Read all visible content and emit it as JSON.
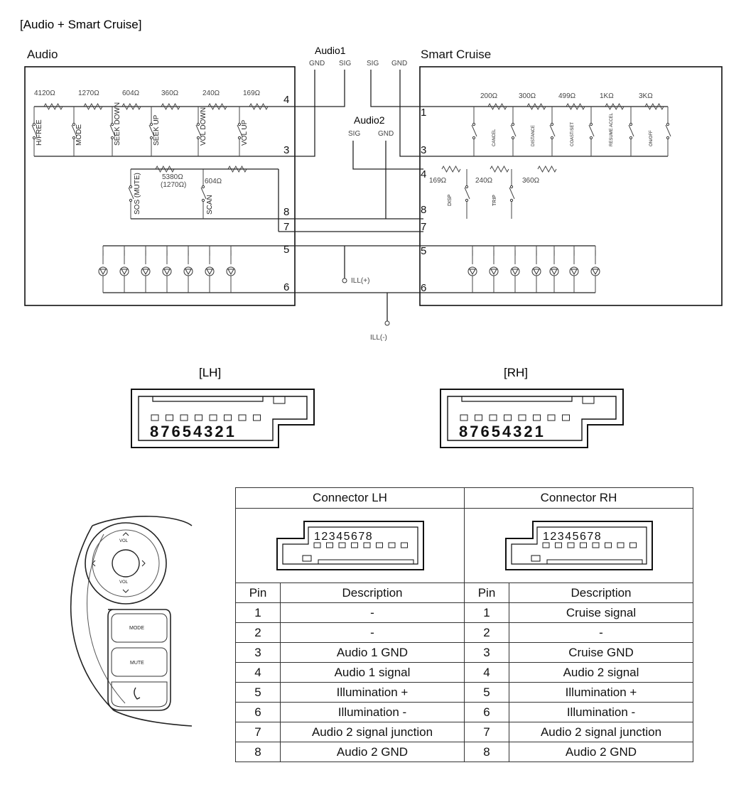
{
  "title": "[Audio + Smart Cruise]",
  "schematic": {
    "left_box_title": "Audio",
    "right_box_title": "Smart Cruise",
    "audio1": {
      "label": "Audio1",
      "gnd": "GND",
      "sig": "SIG"
    },
    "audio2": {
      "label": "Audio2",
      "sig": "SIG",
      "gnd": "GND"
    },
    "sc_top": {
      "sig": "SIG",
      "gnd": "GND"
    },
    "left_resistors": [
      "4120Ω",
      "1270Ω",
      "604Ω",
      "360Ω",
      "240Ω",
      "169Ω"
    ],
    "left_switches": [
      "H/FREE",
      "MODE",
      "SEEK DOWN",
      "SEEK UP",
      "VOL DOWN",
      "VOL UP"
    ],
    "left_lower_resistors": [
      "5380Ω",
      "(1270Ω)",
      "604Ω"
    ],
    "left_lower_switches": [
      "SOS (MUTE)",
      "SCAN"
    ],
    "right_resistors": [
      "200Ω",
      "300Ω",
      "499Ω",
      "1KΩ",
      "3KΩ"
    ],
    "right_switches": [
      "CANCEL",
      "DISTANCE",
      "COAST/SET",
      "RESUME ACCEL",
      "ON/OFF"
    ],
    "right_lower_resistors": [
      "169Ω",
      "240Ω",
      "360Ω"
    ],
    "right_lower_switches": [
      "DISP",
      "TRIP"
    ],
    "left_pins": [
      "4",
      "3",
      "8",
      "7",
      "5",
      "6"
    ],
    "right_pins": [
      "1",
      "3",
      "4",
      "8",
      "7",
      "5",
      "6"
    ],
    "ill_plus": "ILL(+)",
    "ill_minus": "ILL(-)"
  },
  "connectors": {
    "lh_label": "[LH]",
    "rh_label": "[RH]",
    "pins": "87654321"
  },
  "table": {
    "header_lh": "Connector LH",
    "header_rh": "Connector RH",
    "conn_pins": "12345678",
    "col_pin": "Pin",
    "col_desc": "Description",
    "rows": [
      {
        "lh_pin": "1",
        "lh_desc": "-",
        "rh_pin": "1",
        "rh_desc": "Cruise signal"
      },
      {
        "lh_pin": "2",
        "lh_desc": "-",
        "rh_pin": "2",
        "rh_desc": "-"
      },
      {
        "lh_pin": "3",
        "lh_desc": "Audio 1 GND",
        "rh_pin": "3",
        "rh_desc": "Cruise GND"
      },
      {
        "lh_pin": "4",
        "lh_desc": "Audio 1 signal",
        "rh_pin": "4",
        "rh_desc": "Audio 2 signal"
      },
      {
        "lh_pin": "5",
        "lh_desc": "Illumination +",
        "rh_pin": "5",
        "rh_desc": "Illumination +"
      },
      {
        "lh_pin": "6",
        "lh_desc": "Illumination -",
        "rh_pin": "6",
        "rh_desc": "Illumination -"
      },
      {
        "lh_pin": "7",
        "lh_desc": "Audio 2 signal junction",
        "rh_pin": "7",
        "rh_desc": "Audio 2 signal junction"
      },
      {
        "lh_pin": "8",
        "lh_desc": "Audio 2 GND",
        "rh_pin": "8",
        "rh_desc": "Audio 2 GND"
      }
    ]
  },
  "wheel": {
    "vol_up": "VOL",
    "vol_down": "VOL",
    "mode": "MODE",
    "mute": "MUTE"
  }
}
